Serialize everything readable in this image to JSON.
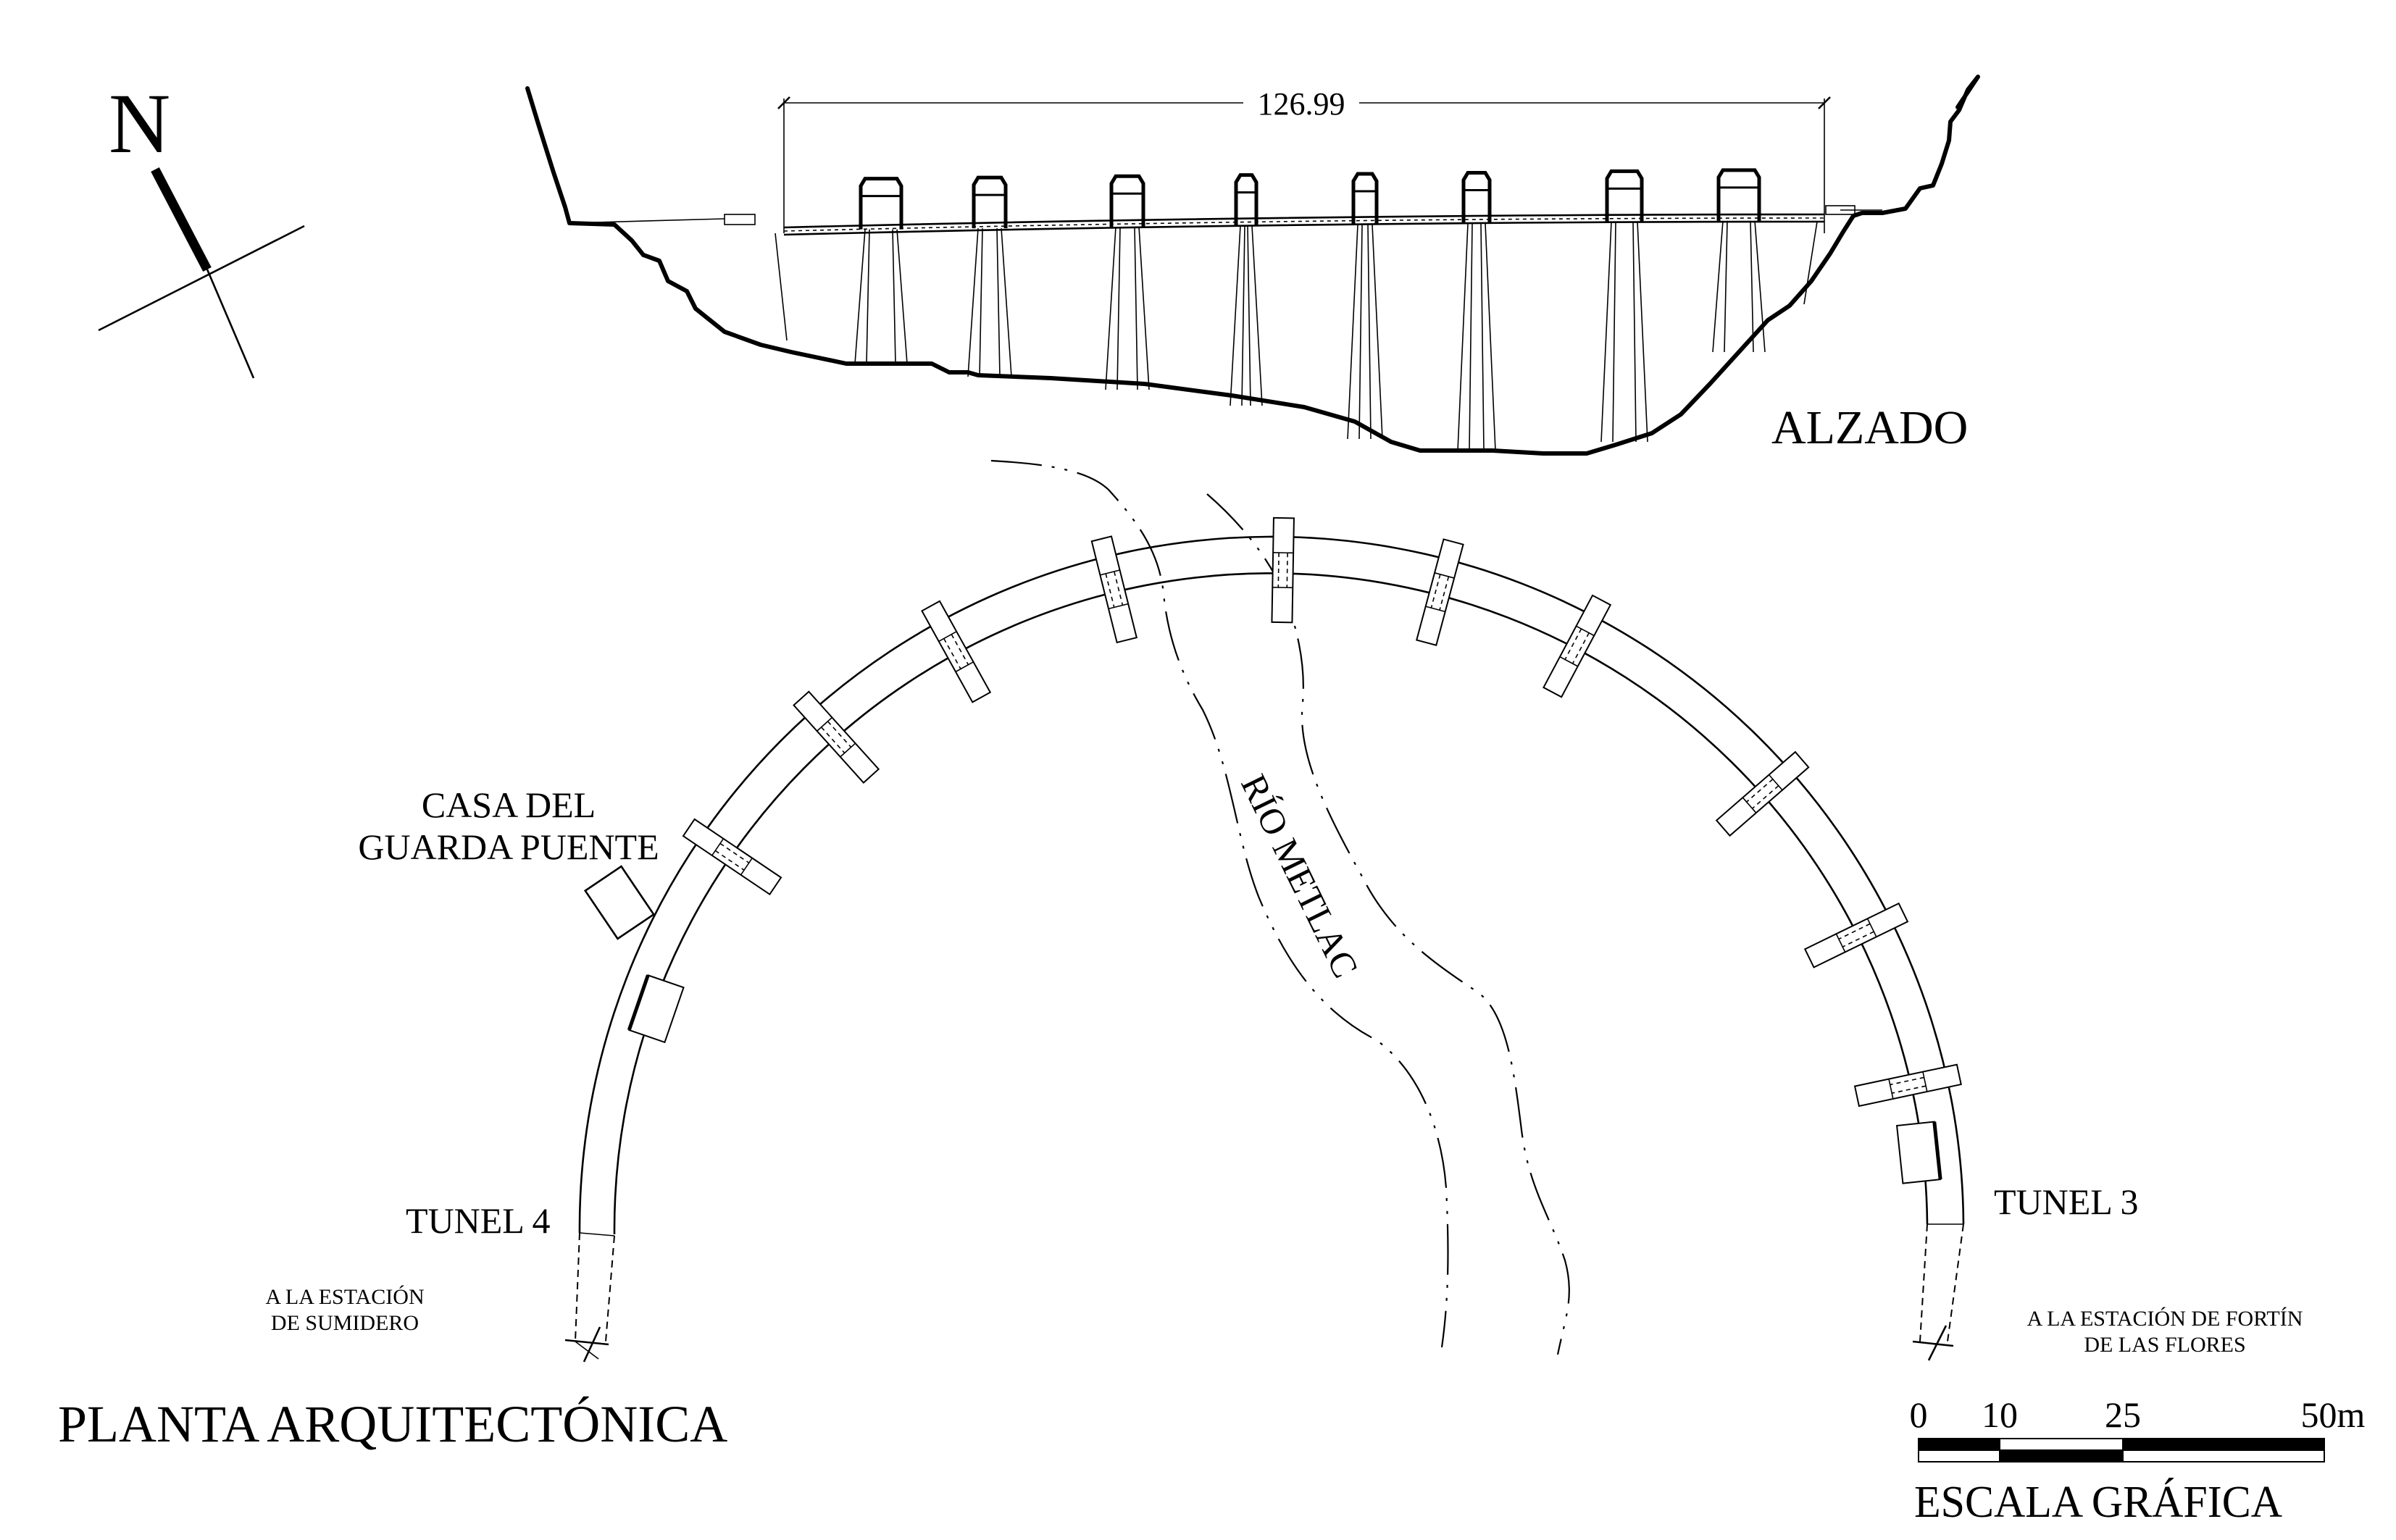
{
  "elevation": {
    "title": "ALZADO",
    "span_dimension": "126.99"
  },
  "plan": {
    "title": "PLANTA ARQUITECTÓNICA",
    "river_label": "RÍO METLAC",
    "guard_house_line1": "CASA DEL",
    "guard_house_line2": "GUARDA PUENTE",
    "tunnel_left": "TUNEL 4",
    "tunnel_right": "TUNEL 3",
    "dest_left_line1": "A LA ESTACIÓN",
    "dest_left_line2": "DE  SUMIDERO",
    "dest_right_line1": "A LA ESTACIÓN DE FORTÍN",
    "dest_right_line2": "DE LAS FLORES"
  },
  "north_arrow": {
    "label": "N"
  },
  "scale_bar": {
    "title": "ESCALA GRÁFICA",
    "ticks": [
      "0",
      "10",
      "25",
      "50m"
    ]
  }
}
